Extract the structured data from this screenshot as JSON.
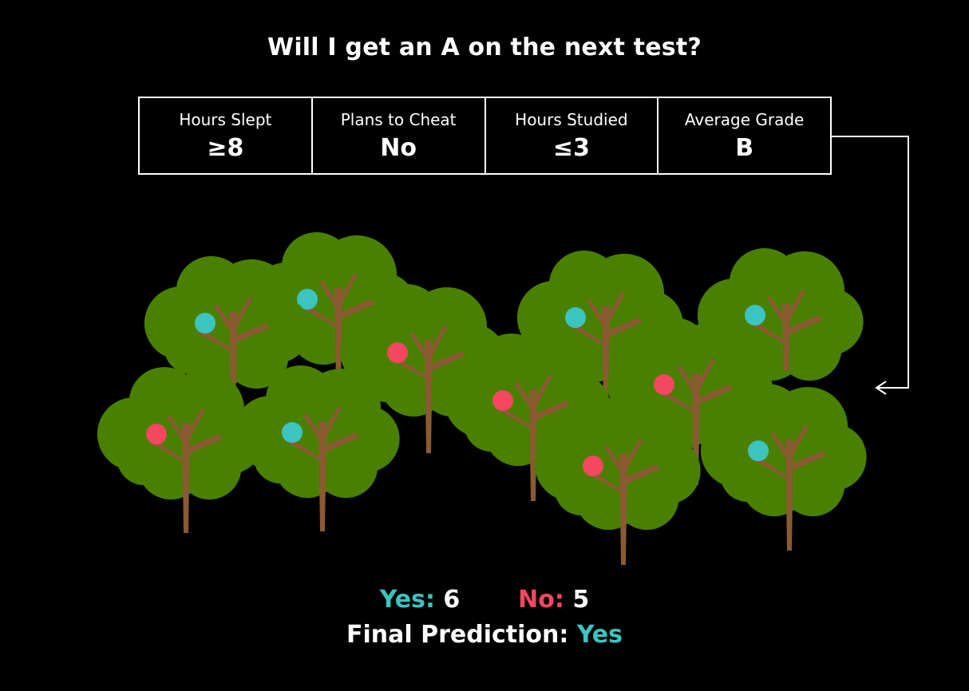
{
  "title": "Will I get an A on the next test?",
  "features": [
    {
      "label": "Hours Slept",
      "value": "≥8"
    },
    {
      "label": "Plans to Cheat",
      "value": "No"
    },
    {
      "label": "Hours Studied",
      "value": "≤3"
    },
    {
      "label": "Average Grade",
      "value": "B"
    }
  ],
  "votes": {
    "yes_label": "Yes:",
    "yes_count": "6",
    "no_label": "No:",
    "no_count": "5"
  },
  "final": {
    "label": "Final Prediction:",
    "value": "Yes"
  },
  "trees": [
    {
      "vote": "yes"
    },
    {
      "vote": "yes"
    },
    {
      "vote": "no"
    },
    {
      "vote": "yes"
    },
    {
      "vote": "no"
    },
    {
      "vote": "no"
    },
    {
      "vote": "no"
    },
    {
      "vote": "yes"
    },
    {
      "vote": "no"
    },
    {
      "vote": "yes"
    },
    {
      "vote": "yes"
    }
  ],
  "colors": {
    "background": "#000000",
    "foliage": "#4a8000",
    "trunk": "#8a5a32",
    "yes": "#3cc4c1",
    "no": "#f5475f",
    "text": "#ffffff"
  }
}
